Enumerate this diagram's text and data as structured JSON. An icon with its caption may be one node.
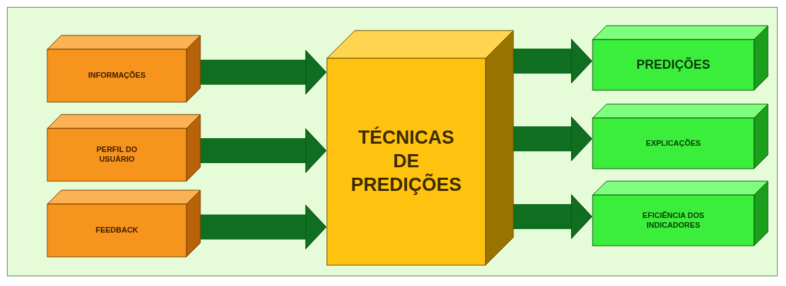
{
  "diagram": {
    "nodes": [
      {
        "text": [
          "INFORMAÇÕES"
        ]
      },
      {
        "text": [
          "PERFIL DO USUÁRIO"
        ]
      },
      {
        "text": [
          "FEEDBACK"
        ]
      },
      {
        "text": [
          "TÉCNICAS DE PREDIÇÕES"
        ]
      },
      {
        "text": [
          "PREDIÇÕES"
        ]
      },
      {
        "text": [
          "EXPLICAÇÕES"
        ]
      },
      {
        "text": [
          "EFICIÊNCIA DOS INDICADORES"
        ]
      }
    ],
    "edges": [
      {
        "from": 0,
        "to": 3,
        "arrow": "to"
      },
      {
        "from": 1,
        "to": 3,
        "arrow": "to"
      },
      {
        "from": 2,
        "to": 3,
        "arrow": "to"
      },
      {
        "from": 3,
        "to": 4,
        "arrow": "to"
      },
      {
        "from": 3,
        "to": 5,
        "arrow": "to"
      },
      {
        "from": 3,
        "to": 6,
        "arrow": "to"
      }
    ]
  }
}
